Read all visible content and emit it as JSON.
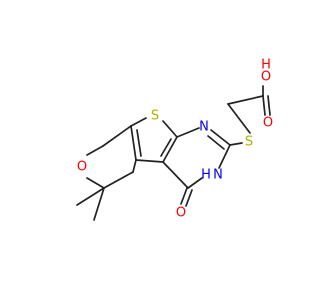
{
  "colors": {
    "bond": "#222222",
    "sulfur": "#b0b000",
    "oxygen": "#ff0000",
    "nitrogen": "#0000ff",
    "background": "#ffffff"
  },
  "atoms": {
    "s_ring": "S",
    "s_thioether": "S",
    "o_pyran": "O",
    "o_carbonyl": "O",
    "o_hydroxyl_o": "O",
    "o_hydroxyl_h": "H",
    "n_imine": "N",
    "n_amide_n": "N",
    "n_amide_h": "H",
    "o_acid_carbonyl": "O"
  }
}
